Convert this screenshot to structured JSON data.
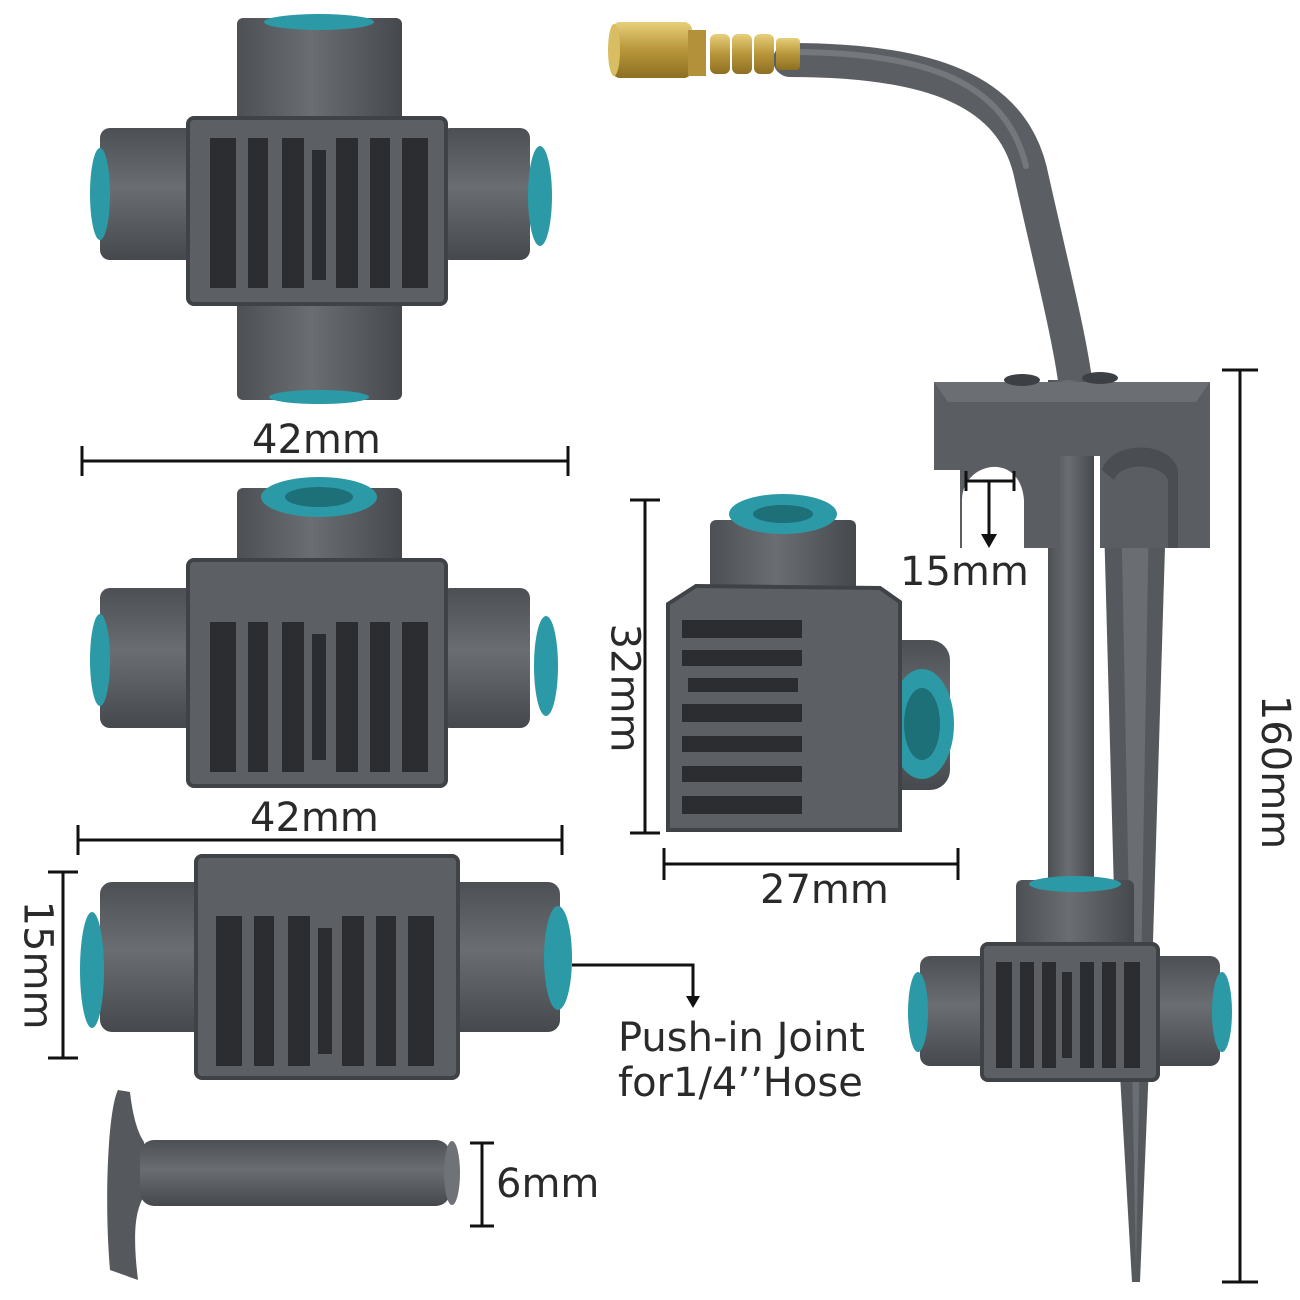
{
  "colors": {
    "body_gray": "#626569",
    "body_dark": "#3f4246",
    "slot_dark": "#2b2d30",
    "teal": "#2b9aa6",
    "teal_dark": "#1d6f78",
    "brass": "#c9a94a",
    "line": "#111111"
  },
  "labels": {
    "dim_top_width": "42mm",
    "dim_mid_width": "42mm",
    "dim_height_32": "32mm",
    "dim_width_27": "27mm",
    "dim_height_15": "15mm",
    "dim_plug_6": "6mm",
    "dim_clip_15": "15mm",
    "dim_total_160": "160mm",
    "push_in_note": "Push-in Joint\nfor1/4’’Hose"
  },
  "items": [
    {
      "name": "cross-connector",
      "icon": "cross-fitting"
    },
    {
      "name": "tee-connector",
      "icon": "tee-fitting"
    },
    {
      "name": "elbow-connector",
      "icon": "elbow-fitting"
    },
    {
      "name": "straight-connector",
      "icon": "straight-fitting"
    },
    {
      "name": "end-plug",
      "icon": "plug"
    },
    {
      "name": "mist-nozzle-stake",
      "icon": "stake-with-nozzle"
    }
  ]
}
